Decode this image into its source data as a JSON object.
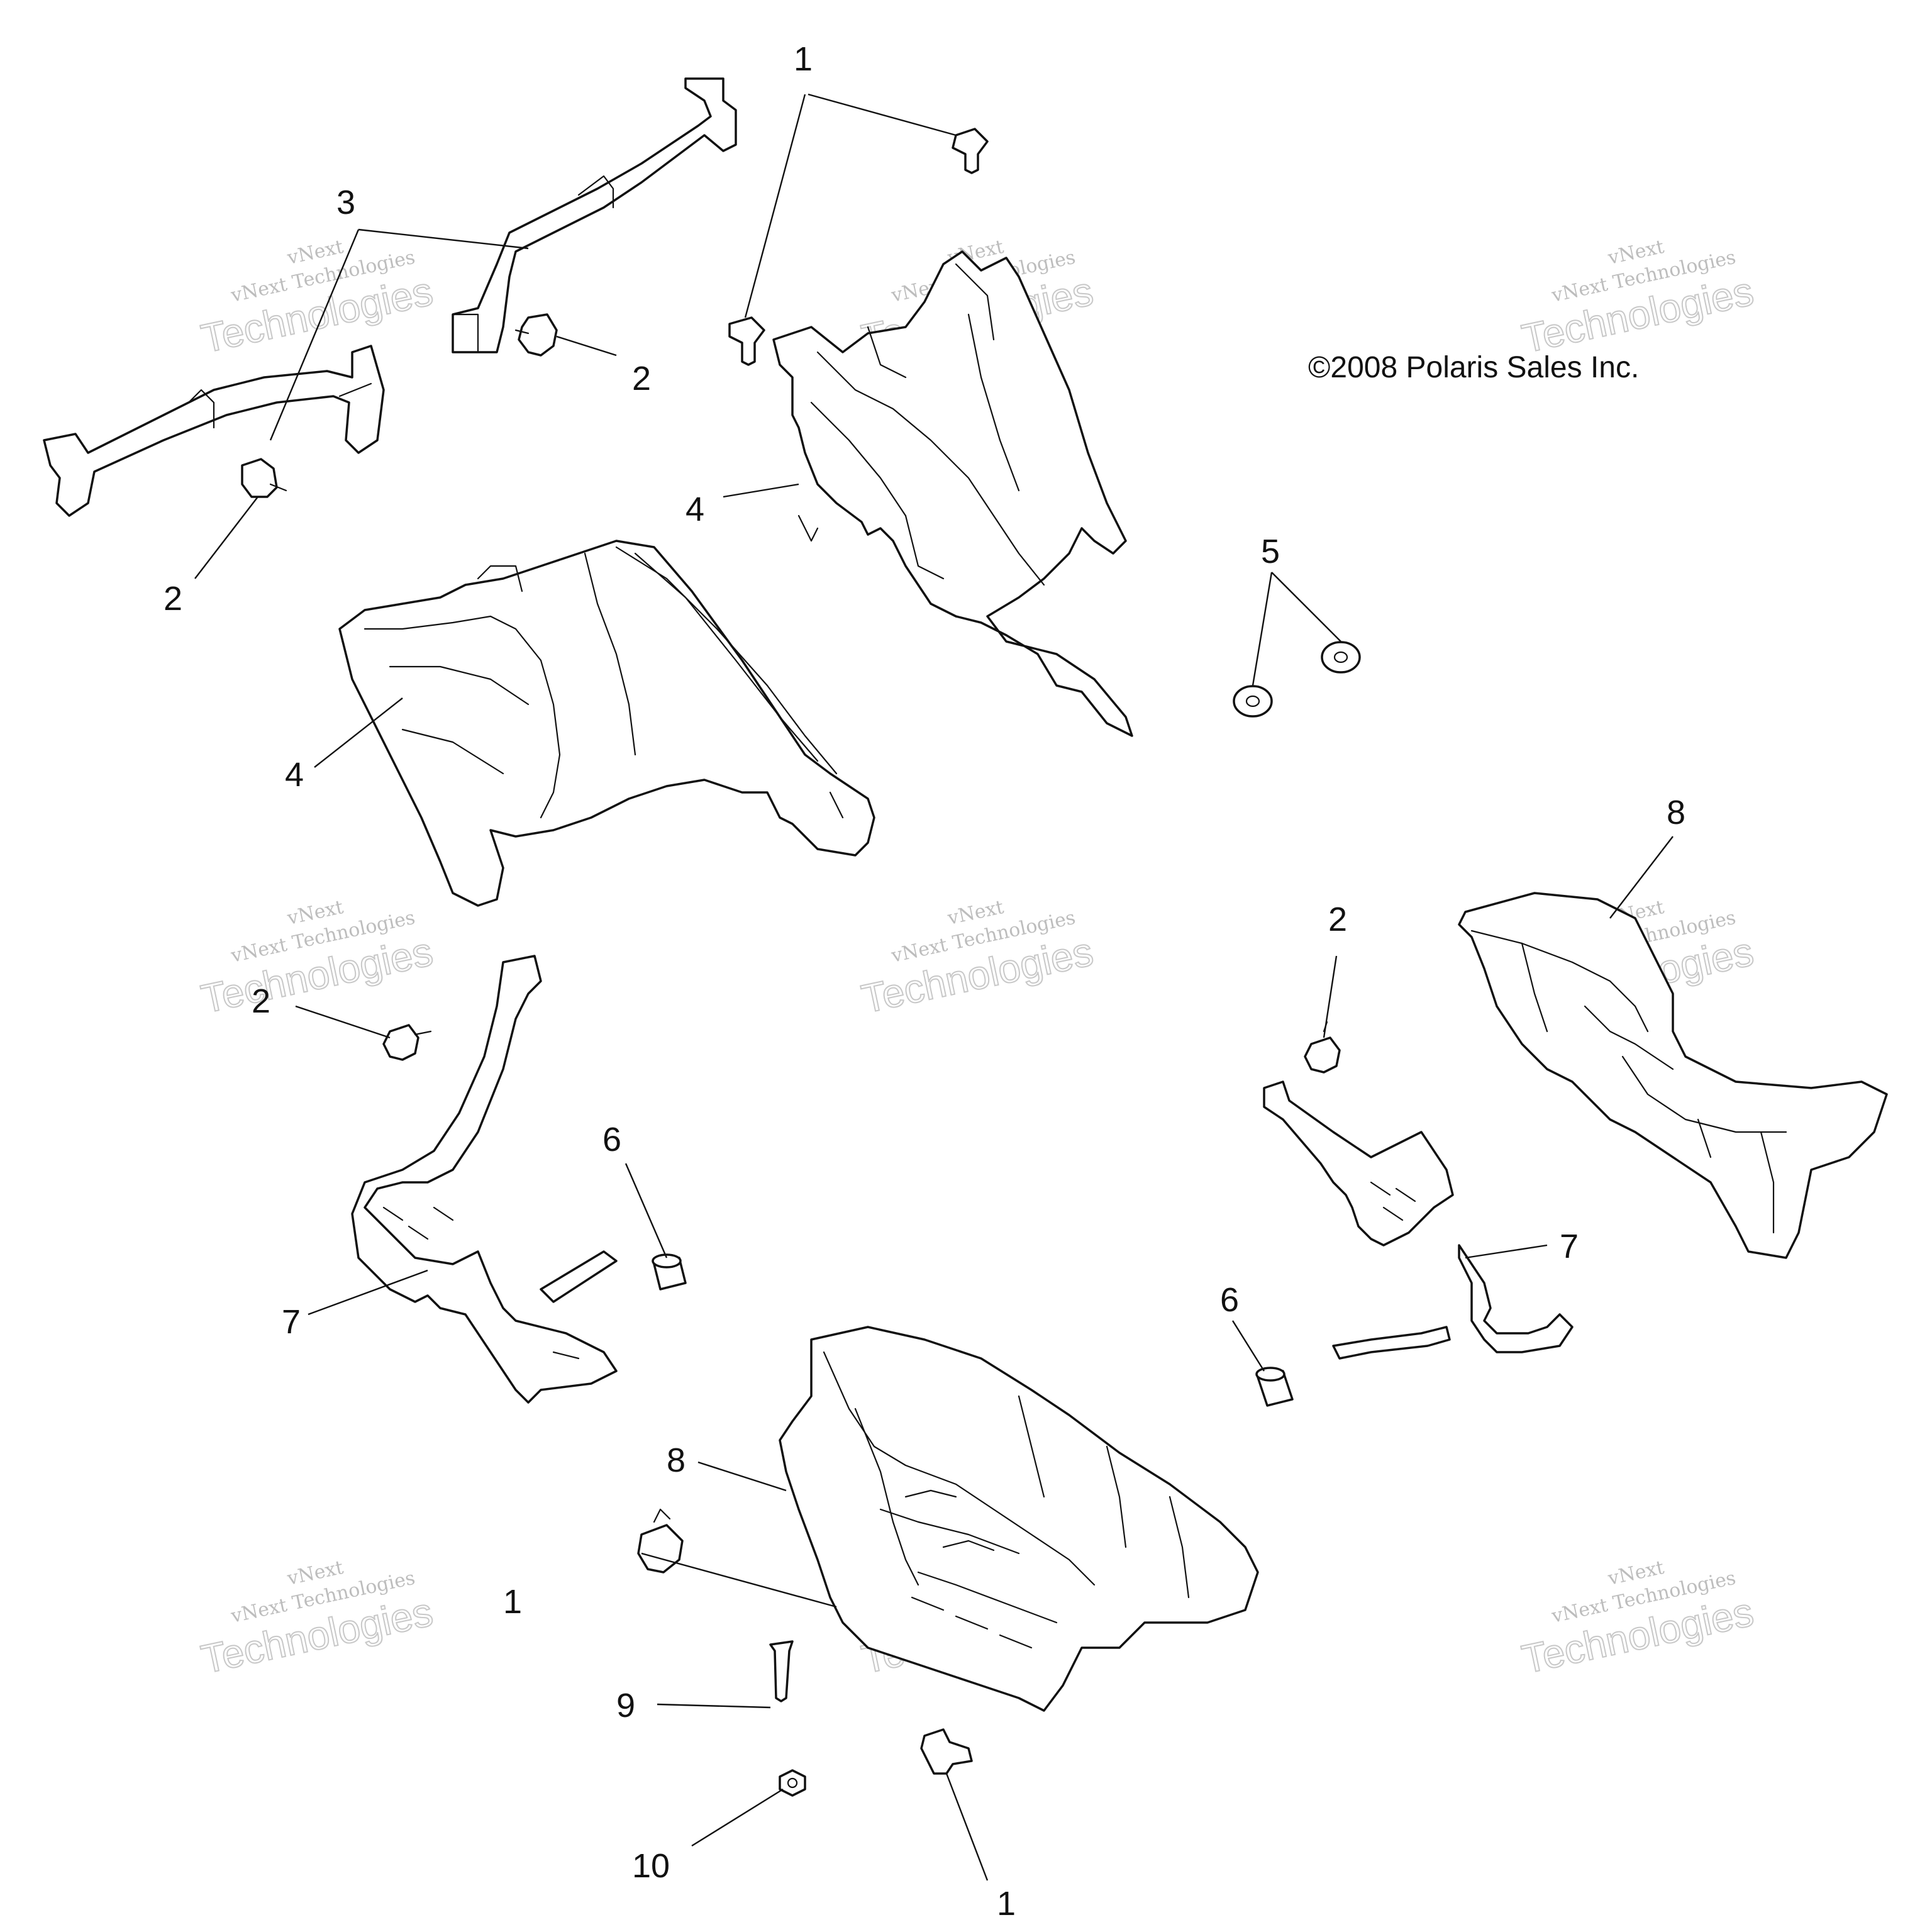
{
  "copyright": "©2008 Polaris Sales Inc.",
  "callouts": {
    "c1_top": "1",
    "c1_bottom": "1",
    "c1_left": "1",
    "c2_upper": "2",
    "c2_left": "2",
    "c2_mid_left": "2",
    "c2_right": "2",
    "c3": "3",
    "c4_upper": "4",
    "c4_lower": "4",
    "c5": "5",
    "c6_left": "6",
    "c6_right": "6",
    "c7_left": "7",
    "c7_right": "7",
    "c8_right": "8",
    "c8_lower": "8",
    "c9": "9",
    "c10": "10"
  },
  "watermark": {
    "small": "vNext Technologies",
    "big": "Technologies",
    "tag": "vNext"
  }
}
